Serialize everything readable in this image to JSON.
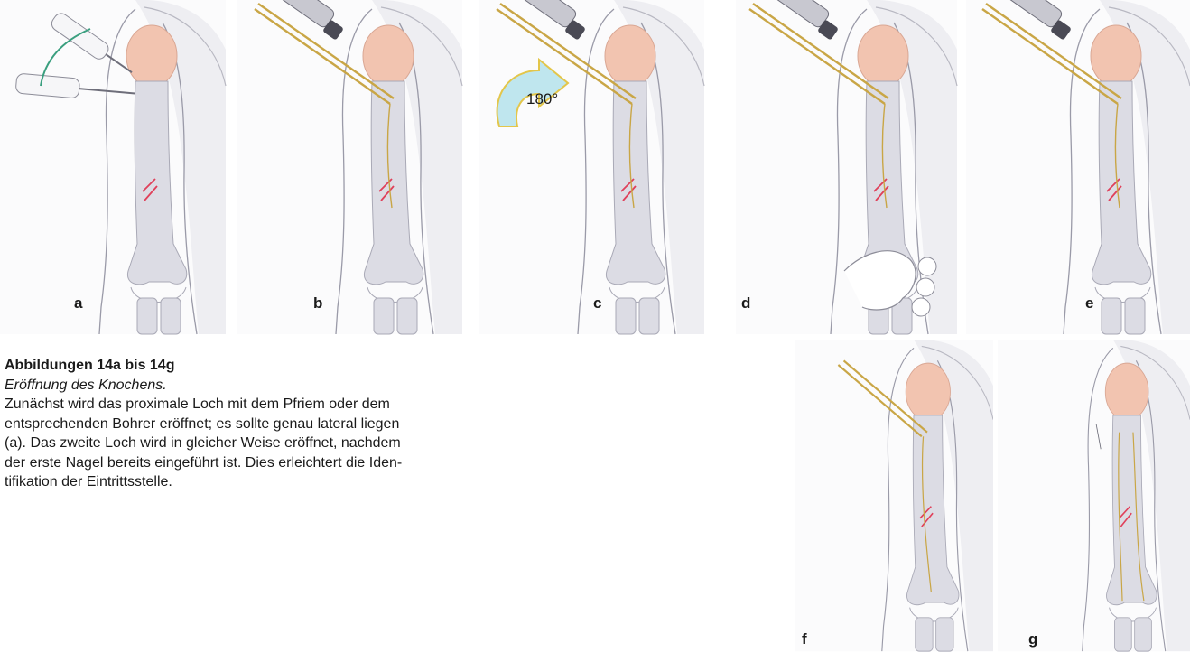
{
  "figure": {
    "panels": [
      {
        "id": "a",
        "label": "a"
      },
      {
        "id": "b",
        "label": "b"
      },
      {
        "id": "c",
        "label": "c",
        "rotation_label": "180°"
      },
      {
        "id": "d",
        "label": "d"
      },
      {
        "id": "e",
        "label": "e"
      },
      {
        "id": "f",
        "label": "f"
      },
      {
        "id": "g",
        "label": "g"
      }
    ]
  },
  "caption": {
    "title": "Abbildungen 14a bis 14g",
    "subtitle": "Eröffnung des Knochens.",
    "lines": [
      "Zunächst wird das proximale Loch mit dem Pfriem oder dem",
      "entsprechenden Bohrer eröffnet; es sollte genau lateral liegen",
      "(a). Das zweite Loch wird in gleicher Weise eröffnet, nachdem",
      "der erste Nagel bereits eingeführt ist. Dies erleichtert die Iden-",
      "tifikation der Eintrittsstelle."
    ]
  },
  "colors": {
    "bone": "#dcdce4",
    "humeral_head": "#f2c4b0",
    "nail": "#c9a646",
    "fracture": "#e0405a",
    "arrow_fill": "#bfe6ee",
    "arrow_edge": "#e3c64a",
    "swing_arc": "#3a9f7f"
  }
}
